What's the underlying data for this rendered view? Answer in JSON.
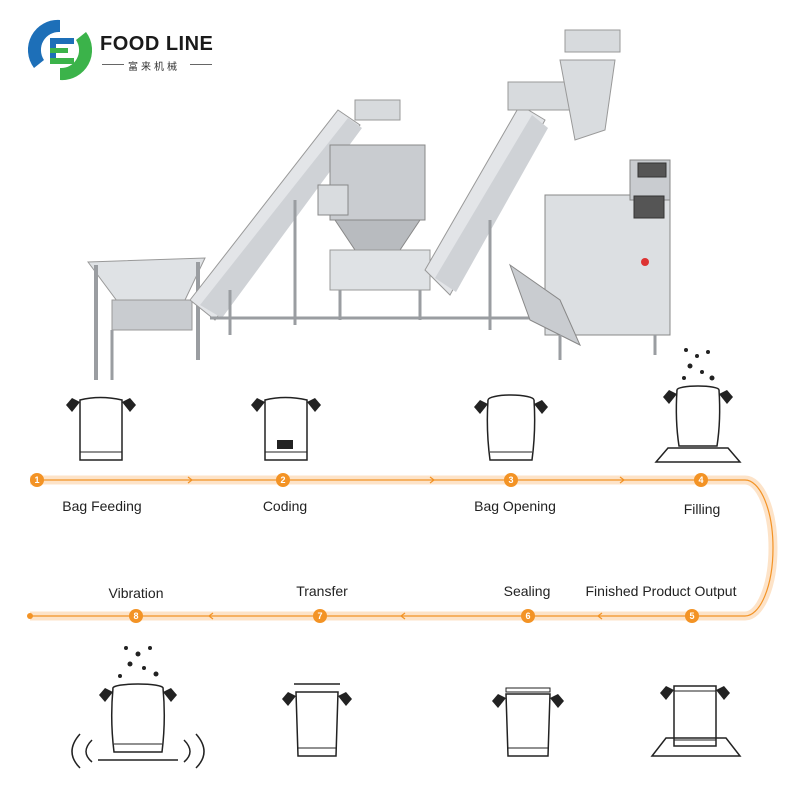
{
  "brand": {
    "name": "FOOD LINE",
    "subtitle": "富来机械",
    "colors": {
      "blue": "#1d6fb8",
      "green": "#3bb34a"
    }
  },
  "colors": {
    "accent": "#f39325",
    "track": "#fde3c8",
    "steel": "#c9ccd0",
    "dark": "#333333"
  },
  "steps": [
    {
      "num": "1",
      "label": "Bag Feeding",
      "icon": "bag-feeding-icon"
    },
    {
      "num": "2",
      "label": "Coding",
      "icon": "coding-icon"
    },
    {
      "num": "3",
      "label": "Bag Opening",
      "icon": "bag-opening-icon"
    },
    {
      "num": "4",
      "label": "Filling",
      "icon": "filling-icon"
    },
    {
      "num": "5",
      "label": "Finished Product Output",
      "icon": "finished-output-icon"
    },
    {
      "num": "6",
      "label": "Sealing",
      "icon": "sealing-icon"
    },
    {
      "num": "7",
      "label": "Transfer",
      "icon": "transfer-icon"
    },
    {
      "num": "8",
      "label": "Vibration",
      "icon": "vibration-icon"
    }
  ]
}
